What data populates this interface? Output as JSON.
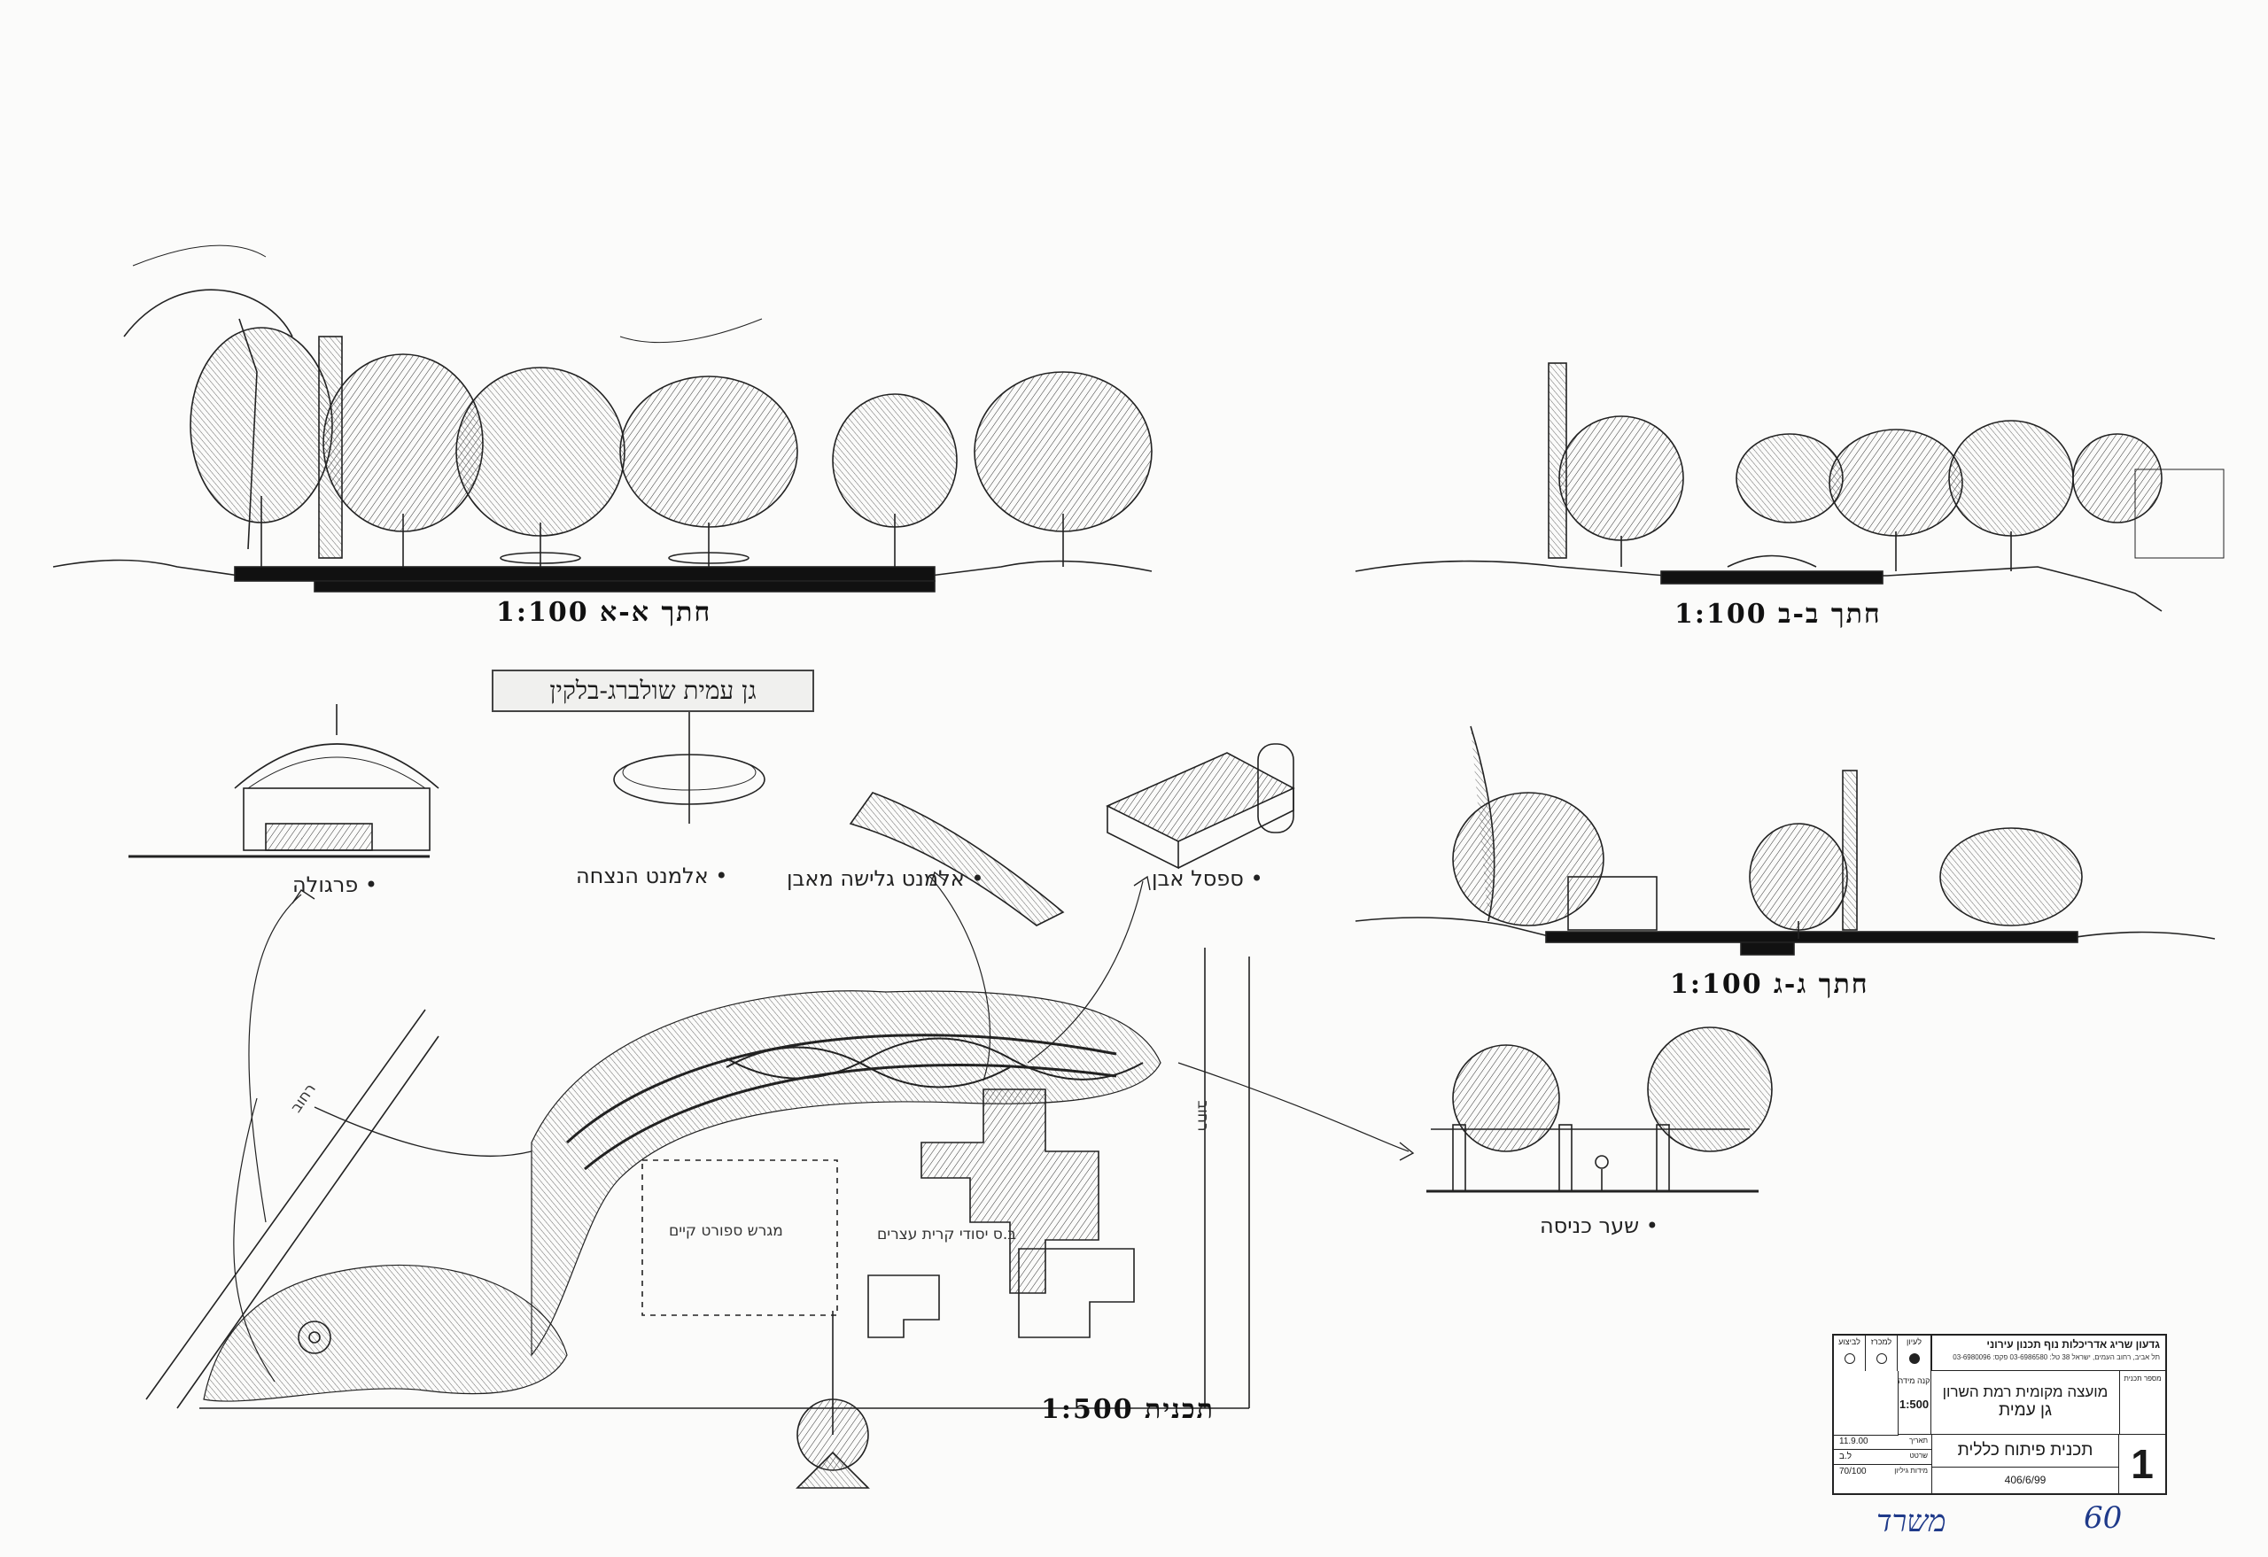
{
  "sections": {
    "aa": "חתך א-א 1:100",
    "bb": "חתך ב-ב 1:100",
    "gg": "חתך ג-ג 1:100",
    "plan": "תכנית 1:500"
  },
  "park_name": "גן עמית שולברג-בלקין",
  "elements": {
    "pergola": "• פרגולה",
    "memorial": "• אלמנט הנצחה",
    "stone_element": "• אלמנט גלישה מאבן",
    "stone_bench": "• ספסל אבן",
    "entrance_gate": "• שער כניסה"
  },
  "plan_notes": {
    "sports_field": "מגרש ספורט קיים",
    "school": "ב.ס יסודי קרית עצרים",
    "north_street": "רחוב",
    "east_street": "רחוב"
  },
  "title_block": {
    "office": "גדעון שריג אדריכלות נוף תכנון עירוני",
    "address": "תל אביב, רחוב העמים, ישראל 38 טל: 03-6986580 פקס: 03-6980096",
    "status_labels": [
      "לביצוע",
      "למכרז",
      "לעיון"
    ],
    "scale_label": "קנה מידה",
    "scale": "1:500",
    "client": "מועצה מקומית רמת השרון",
    "park": "גן עמית",
    "drawing_title": "תכנית פיתוח כללית",
    "date": "11.9.00",
    "date_label": "תאריך",
    "drawn_by": "ל.ב",
    "drawn_by_label": "שרטט",
    "paper": "70/100",
    "paper_label": "מידות גיליון",
    "file_no": "406/6/99",
    "sheet_no": "1",
    "project_no_label": "מספר תכנית"
  },
  "handwriting": {
    "text": "משרד",
    "number": "60"
  }
}
